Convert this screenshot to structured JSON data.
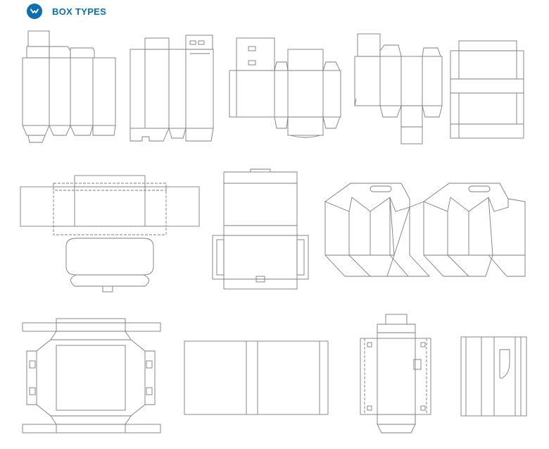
{
  "header": {
    "title": "BOX TYPES",
    "icon": "chevron-down-icon",
    "accent_color": "#0b6fb3"
  },
  "dielines": [
    "tuck-end-box-1",
    "tuck-end-box-2",
    "hang-tab-box",
    "reverse-tuck-box",
    "sleeve-box",
    "tray-box",
    "mailer-box",
    "handle-carrier-box",
    "four-corner-tray",
    "wrap-sleeve",
    "display-hang-box",
    "window-sleeve-box"
  ]
}
